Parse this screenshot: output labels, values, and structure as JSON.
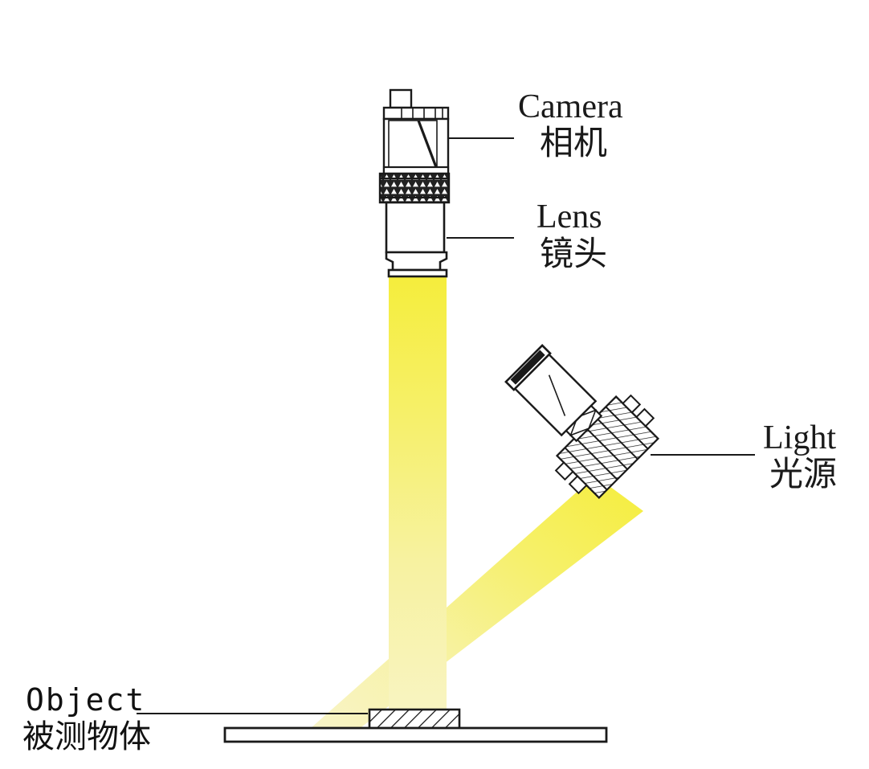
{
  "diagram": {
    "title": "Machine vision inspection setup",
    "background_color": "#ffffff",
    "line_color": "#1a1a1a",
    "beam_color_bright": "#F5ED3C",
    "beam_color_pale": "#F7F3C0",
    "object_fill": "#ffffff"
  },
  "labels": {
    "camera": {
      "en": "Camera",
      "cn": "相机"
    },
    "lens": {
      "en": "Lens",
      "cn": "镜头"
    },
    "light": {
      "en": "Light",
      "cn": "光源"
    },
    "object": {
      "en": "Object",
      "cn": "被测物体"
    }
  },
  "components": {
    "camera_body": "camera-body",
    "lens_barrel": "lens-barrel",
    "knurled_grip": "knurled-grip-band",
    "light_head": "light-source-head",
    "inspected_object": "inspected-object",
    "stage": "stage-platform",
    "camera_beam": "camera-field-of-view-beam",
    "light_beam": "illumination-beam"
  }
}
